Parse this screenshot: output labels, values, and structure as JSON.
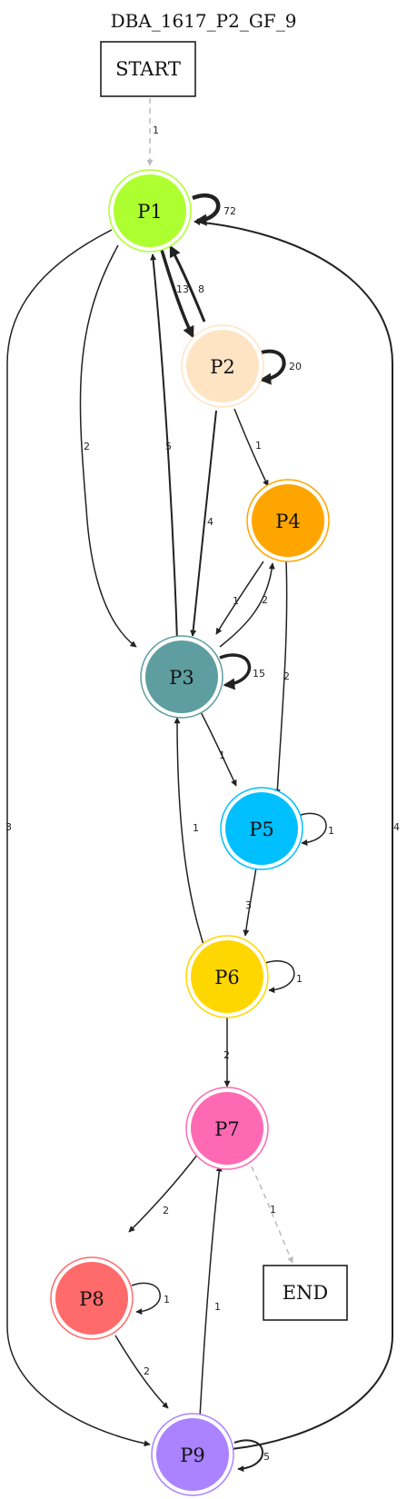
{
  "title": "DBA_1617_P2_GF_9",
  "terminals": {
    "start": "START",
    "end": "END"
  },
  "nodes": {
    "p1": {
      "label": "P1",
      "color": "#adff2f"
    },
    "p2": {
      "label": "P2",
      "color": "#ffe4c4"
    },
    "p3": {
      "label": "P3",
      "color": "#5f9ea0"
    },
    "p4": {
      "label": "P4",
      "color": "#ffa500"
    },
    "p5": {
      "label": "P5",
      "color": "#00bfff"
    },
    "p6": {
      "label": "P6",
      "color": "#ffd700"
    },
    "p7": {
      "label": "P7",
      "color": "#ff69b4"
    },
    "p8": {
      "label": "P8",
      "color": "#ff6a6a"
    },
    "p9": {
      "label": "P9",
      "color": "#ab82ff"
    }
  },
  "edges": {
    "start_p1": "1",
    "p1_p1": "72",
    "p1_p2": "13",
    "p2_p1": "8",
    "p2_p2": "20",
    "p1_p3": "2",
    "p3_p1": "5",
    "p2_p3": "4",
    "p2_p4": "1",
    "p4_p3": "1",
    "p3_p4": "2",
    "p3_p3": "15",
    "p4_p5": "2",
    "p3_p5": "1",
    "p5_p5": "1",
    "p5_p6": "3",
    "p6_p3": "1",
    "p6_p6": "1",
    "p6_p7": "2",
    "p7_end": "1",
    "p7_p8": "2",
    "p8_p8": "1",
    "p8_p9": "2",
    "p9_p7": "1",
    "p9_p9": "5",
    "p1_p9": "3",
    "p9_p1": "4"
  }
}
